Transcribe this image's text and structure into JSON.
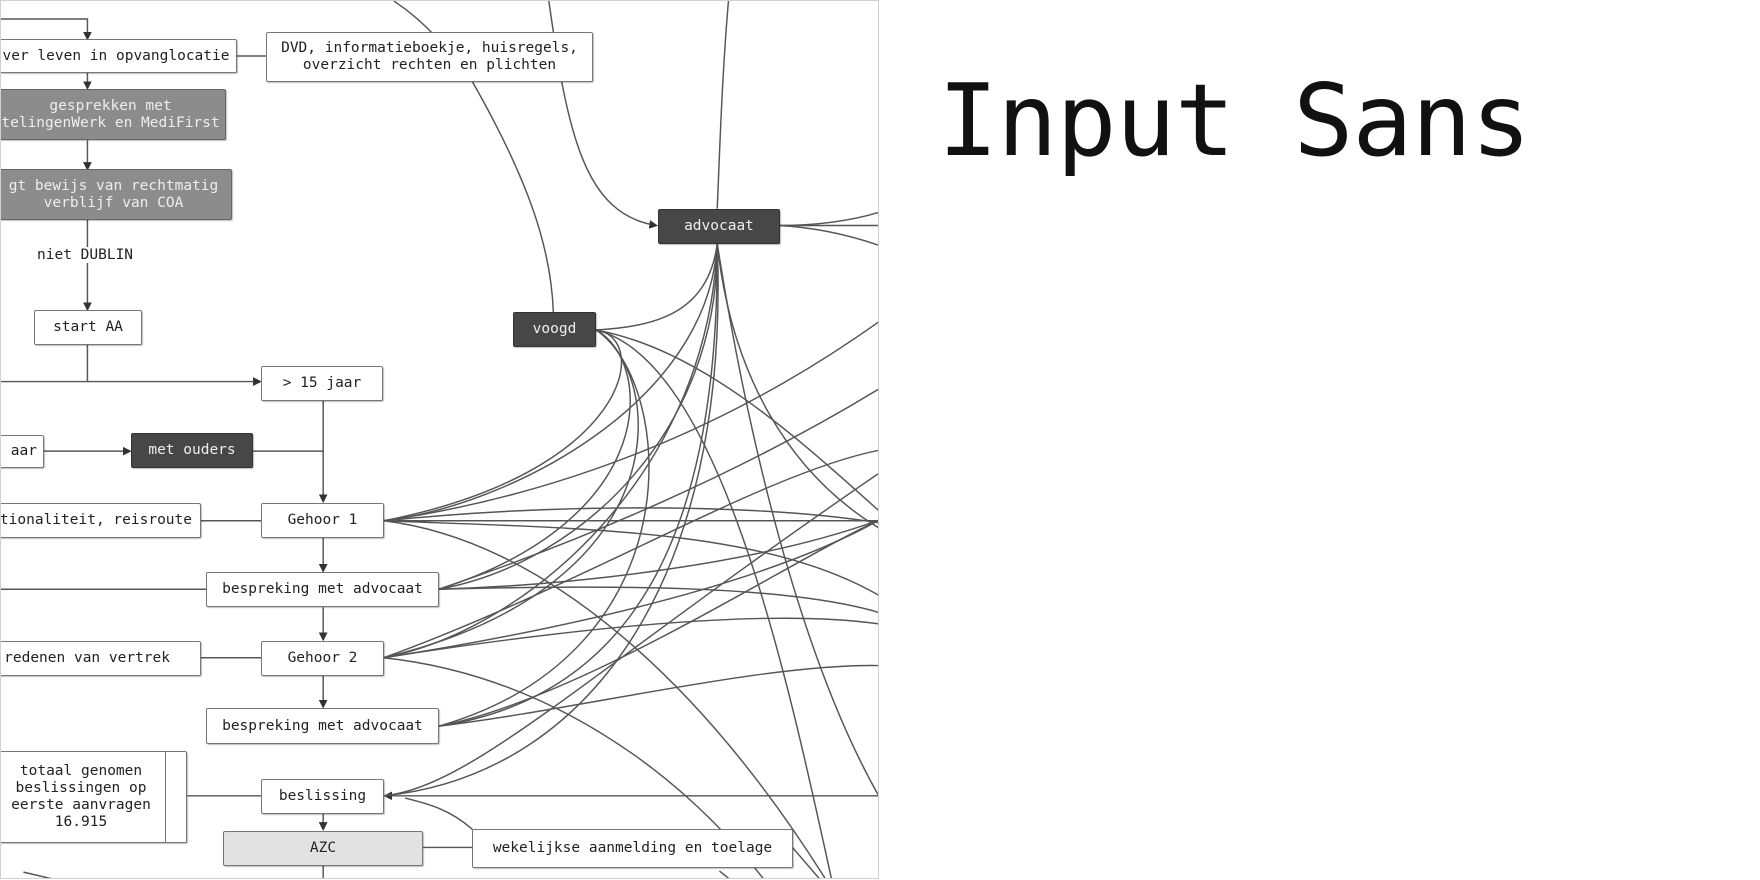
{
  "title": "Input Sans",
  "diagram": {
    "nodes": {
      "opvang": "ver leven in opvanglocatie",
      "dvd_line1": "DVD, informatieboekje, huisregels,",
      "dvd_line2": "overzicht rechten en plichten",
      "gesprekken_line1": "gesprekken met",
      "gesprekken_line2": "telingenWerk en MediFirst",
      "bewijs_line1": "gt bewijs van rechtmatig",
      "bewijs_line2": "verblijf van COA",
      "niet_dublin": "niet DUBLIN",
      "start_aa": "start AA",
      "ouder_15": "> 15 jaar",
      "jaar_left": "aar",
      "met_ouders": "met ouders",
      "nationaliteit": "ationaliteit, reisroute",
      "gehoor1": "Gehoor 1",
      "bespreking1": "bespreking met advocaat",
      "redenen": "redenen van vertrek",
      "gehoor2": "Gehoor 2",
      "bespreking2": "bespreking met advocaat",
      "totaal_line1": "totaal genomen",
      "totaal_line2": "beslissingen op",
      "totaal_line3": "eerste aanvragen",
      "totaal_line4": "16.915",
      "beslissing": "beslissing",
      "azc": "AZC",
      "wekelijkse": "wekelijkse aanmelding en toelage",
      "advocaat": "advocaat",
      "voogd": "voogd"
    }
  }
}
